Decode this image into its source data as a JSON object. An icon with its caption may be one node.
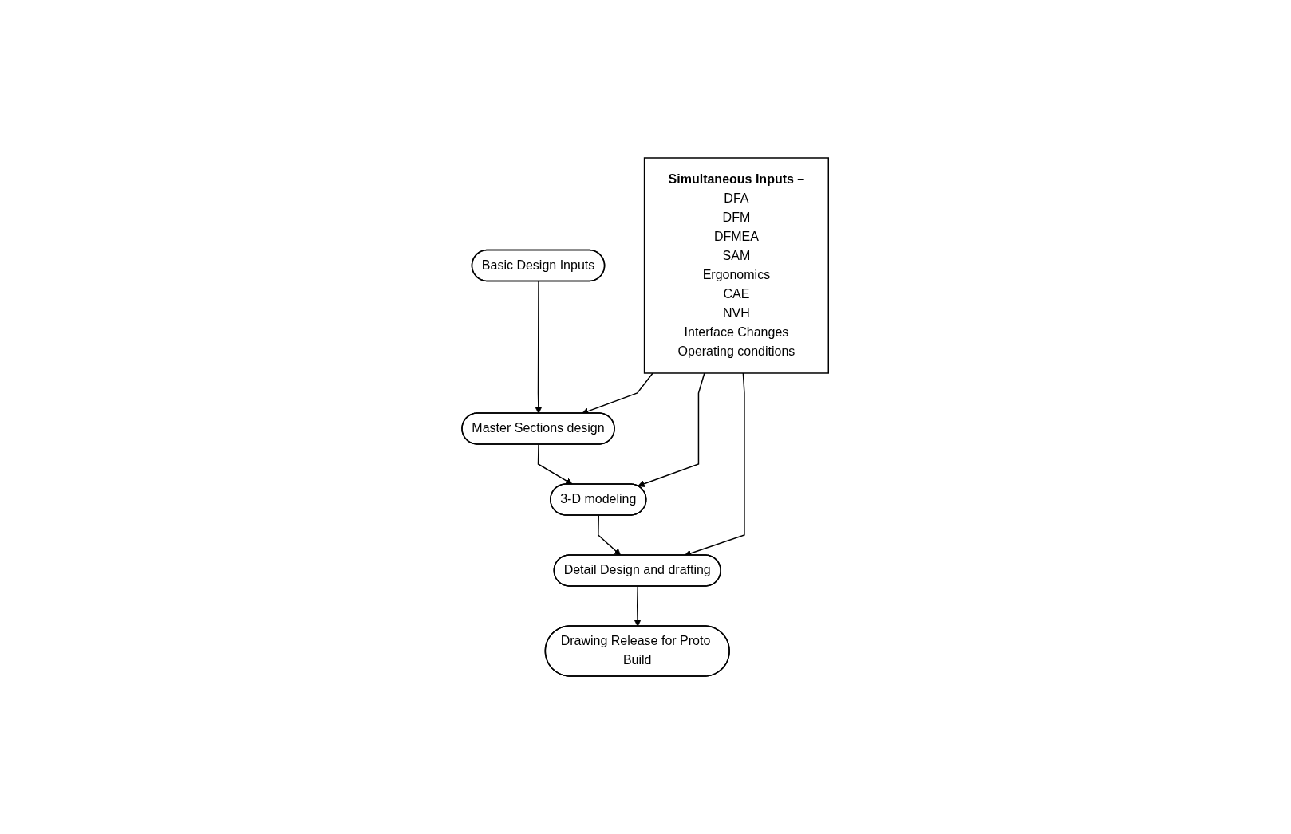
{
  "diagram": {
    "nodes": [
      {
        "text": [
          "Simultaneous Inputs –",
          "DFA",
          "DFM",
          "DFMEA",
          "SAM",
          "Ergonomics",
          "CAE",
          "NVH",
          "Interface Changes",
          "Operating conditions"
        ]
      },
      {
        "text": [
          "Basic Design Inputs"
        ]
      },
      {
        "text": [
          "Master Sections design"
        ]
      },
      {
        "text": [
          "3-D modeling"
        ]
      },
      {
        "text": [
          "Detail Design and drafting"
        ]
      },
      {
        "text": [
          "Drawing Release for Proto Build"
        ]
      }
    ],
    "edges": [
      {
        "from": 1,
        "to": 2,
        "arrow": "to"
      },
      {
        "from": 2,
        "to": 3,
        "arrow": "to"
      },
      {
        "from": 3,
        "to": 4,
        "arrow": "to"
      },
      {
        "from": 4,
        "to": 5,
        "arrow": "to"
      },
      {
        "from": 0,
        "to": 2,
        "arrow": "to"
      },
      {
        "from": 0,
        "to": 3,
        "arrow": "to"
      },
      {
        "from": 0,
        "to": 4,
        "arrow": "to"
      }
    ]
  }
}
